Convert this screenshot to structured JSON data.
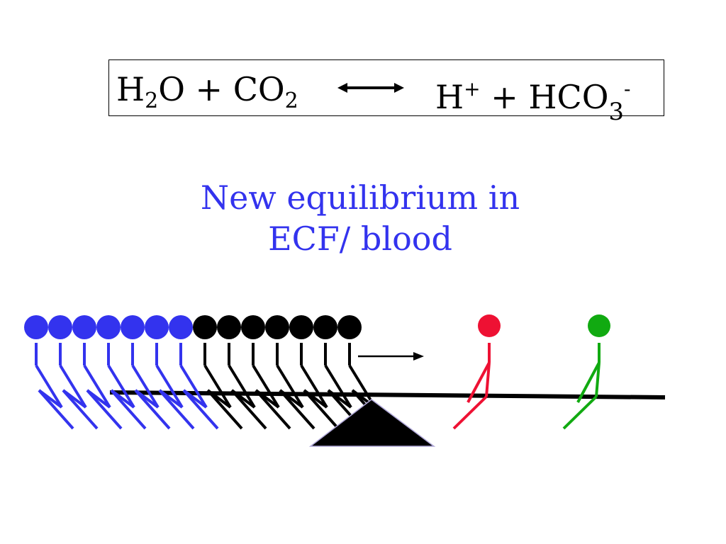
{
  "equation": {
    "left": {
      "h": "H",
      "sub2": "2",
      "o_plus_c": "O + CO",
      "sub2b": "2"
    },
    "right": {
      "h": "H",
      "plus_sign": "+",
      "mid": " + HCO",
      "sub3": "3",
      "minus_sign": "-"
    }
  },
  "caption": {
    "line1": "New equilibrium in",
    "line2": "ECF/ blood"
  },
  "colors": {
    "water_co2": "#3333ee",
    "carbonic": "#000000",
    "hydrogen": "#ee1133",
    "bicarbonate": "#11aa11",
    "caption": "#3333ee"
  },
  "figures": {
    "left_group": {
      "blue_count": 7,
      "black_count": 7
    },
    "right_group": [
      {
        "kind": "hydrogen"
      },
      {
        "kind": "bicarbonate"
      }
    ]
  },
  "icons": {
    "equilibrium_arrow": "double-headed-arrow-icon",
    "shift_arrow": "right-arrow-icon",
    "fulcrum": "triangle-fulcrum-icon"
  }
}
